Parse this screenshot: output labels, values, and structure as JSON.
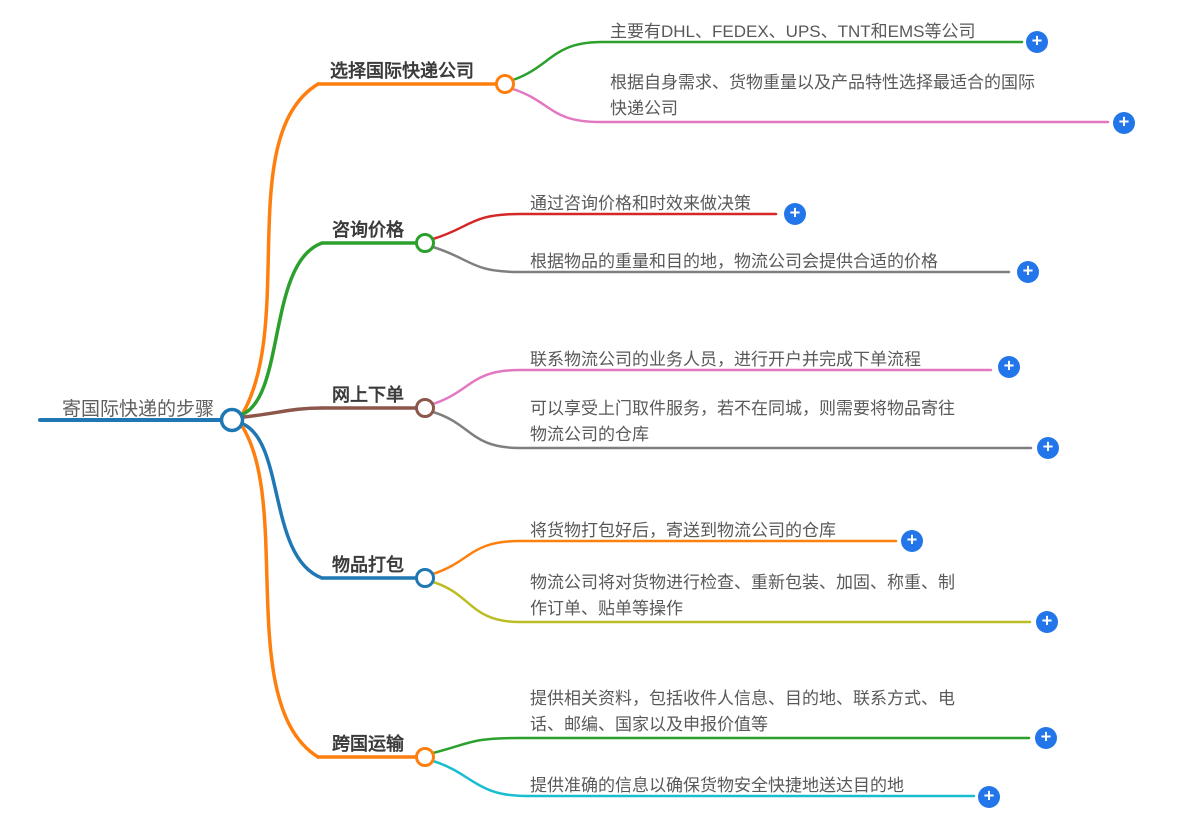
{
  "root": {
    "label": "寄国际快递的步骤",
    "color": "#1f77b4"
  },
  "branches": [
    {
      "label": "选择国际快递公司",
      "color": "#ff7f0e",
      "children": [
        {
          "text": "主要有DHL、FEDEX、UPS、TNT和EMS等公司",
          "color": "#2ca02c"
        },
        {
          "text": "根据自身需求、货物重量以及产品特性选择最适合的国际\n快递公司",
          "color": "#e377c2"
        }
      ]
    },
    {
      "label": "咨询价格",
      "color": "#2ca02c",
      "children": [
        {
          "text": "通过咨询价格和时效来做决策",
          "color": "#d62728"
        },
        {
          "text": "根据物品的重量和目的地，物流公司会提供合适的价格",
          "color": "#7f7f7f"
        }
      ]
    },
    {
      "label": "网上下单",
      "color": "#8c564b",
      "children": [
        {
          "text": "联系物流公司的业务人员，进行开户并完成下单流程",
          "color": "#e377c2"
        },
        {
          "text": "可以享受上门取件服务，若不在同城，则需要将物品寄往\n物流公司的仓库",
          "color": "#7f7f7f"
        }
      ]
    },
    {
      "label": "物品打包",
      "color": "#1f77b4",
      "children": [
        {
          "text": "将货物打包好后，寄送到物流公司的仓库",
          "color": "#ff7f0e"
        },
        {
          "text": "物流公司将对货物进行检查、重新包装、加固、称重、制\n作订单、贴单等操作",
          "color": "#bcbd22"
        }
      ]
    },
    {
      "label": "跨国运输",
      "color": "#ff7f0e",
      "children": [
        {
          "text": "提供相关资料，包括收件人信息、目的地、联系方式、电\n话、邮编、国家以及申报价值等",
          "color": "#2ca02c"
        },
        {
          "text": "提供准确的信息以确保货物安全快捷地送达目的地",
          "color": "#17becf"
        }
      ]
    }
  ],
  "colors": {
    "plus_button": "#2276e9"
  },
  "icons": {
    "add_glyph": "+"
  }
}
